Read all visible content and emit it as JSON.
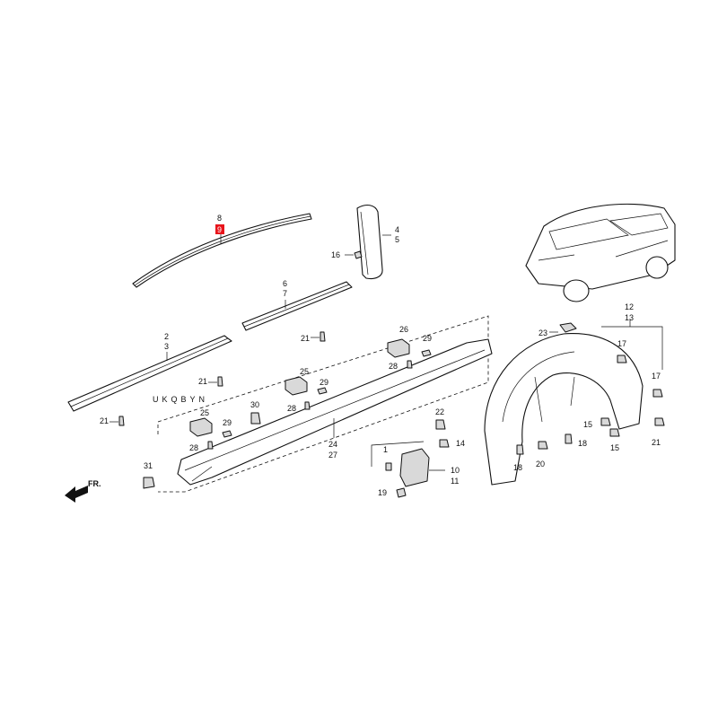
{
  "diagram": {
    "watermark": "UKQBYN",
    "direction_label": "FR.",
    "highlight_color": "#e8141b",
    "callouts": {
      "c8": "8",
      "c9": "9",
      "c4": "4",
      "c5": "5",
      "c16": "16",
      "c6": "6",
      "c7": "7",
      "c2": "2",
      "c3": "3",
      "c21a": "21",
      "c21b": "21",
      "c21c": "21",
      "c21d": "21",
      "c26": "26",
      "c29a": "29",
      "c28a": "28",
      "c25a": "25",
      "c29b": "29",
      "c28b": "28",
      "c30": "30",
      "c25b": "25",
      "c29c": "29",
      "c28c": "28",
      "c24": "24",
      "c27": "27",
      "c31": "31",
      "c22": "22",
      "c14": "14",
      "c1": "1",
      "c10": "10",
      "c11": "11",
      "c19": "19",
      "c23": "23",
      "c12": "12",
      "c13": "13",
      "c17a": "17",
      "c17b": "17",
      "c15a": "15",
      "c15b": "15",
      "c18a": "18",
      "c18b": "18",
      "c20": "20"
    }
  }
}
